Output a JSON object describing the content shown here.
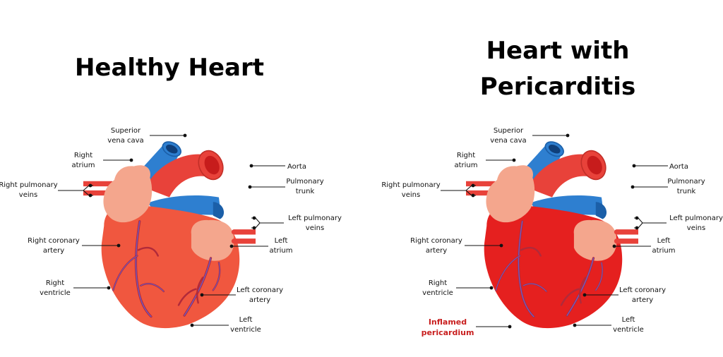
{
  "colors": {
    "healthy_heart": "#f0573f",
    "inflamed_heart": "#e5201f",
    "vein_blue": "#2e7fd0",
    "aorta_red": "#e8423a",
    "atrium_pink": "#f4a68d",
    "inflamed_label": "#c81e1e"
  },
  "left_panel": {
    "title": "Healthy Heart",
    "labels": {
      "superior_vena_cava": [
        "Superior",
        "vena cava"
      ],
      "right_atrium": [
        "Right",
        "atrium"
      ],
      "right_pulmonary_veins": [
        "Right pulmonary",
        "veins"
      ],
      "right_coronary_artery": [
        "Right coronary",
        "artery"
      ],
      "right_ventricle": [
        "Right",
        "ventricle"
      ],
      "aorta": [
        "Aorta"
      ],
      "pulmonary_trunk": [
        "Pulmonary",
        "trunk"
      ],
      "left_pulmonary_veins": [
        "Left pulmonary",
        "veins"
      ],
      "left_atrium": [
        "Left",
        "atrium"
      ],
      "left_coronary_artery": [
        "Left coronary",
        "artery"
      ],
      "left_ventricle": [
        "Left",
        "ventricle"
      ]
    }
  },
  "right_panel": {
    "title": [
      "Heart with",
      "Pericarditis"
    ],
    "labels": {
      "superior_vena_cava": [
        "Superior",
        "vena cava"
      ],
      "right_atrium": [
        "Right",
        "atrium"
      ],
      "right_pulmonary_veins": [
        "Right pulmonary",
        "veins"
      ],
      "right_coronary_artery": [
        "Right coronary",
        "artery"
      ],
      "right_ventricle": [
        "Right",
        "ventricle"
      ],
      "inflamed_pericardium": [
        "Inflamed",
        "pericardium"
      ],
      "aorta": [
        "Aorta"
      ],
      "pulmonary_trunk": [
        "Pulmonary",
        "trunk"
      ],
      "left_pulmonary_veins": [
        "Left pulmonary",
        "veins"
      ],
      "left_atrium": [
        "Left",
        "atrium"
      ],
      "left_coronary_artery": [
        "Left coronary",
        "artery"
      ],
      "left_ventricle": [
        "Left",
        "ventricle"
      ]
    }
  }
}
